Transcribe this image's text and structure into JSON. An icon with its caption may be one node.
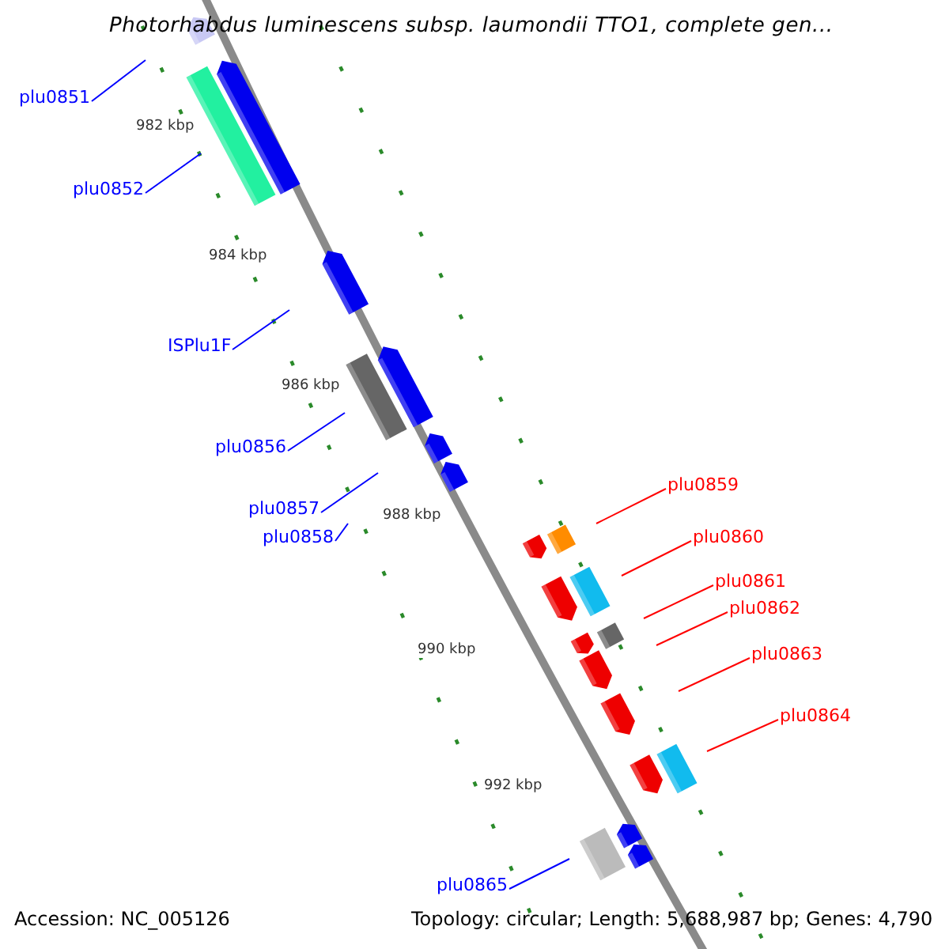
{
  "diagram": {
    "title": "Photorhabdus luminescens subsp. laumondii TTO1, complete gen...",
    "nodes": [
      {
        "text": [
          "plu0851"
        ]
      },
      {
        "text": [
          "plu0852"
        ]
      },
      {
        "text": [
          "ISPlu1F"
        ]
      },
      {
        "text": [
          "plu0856"
        ]
      },
      {
        "text": [
          "plu0857"
        ]
      },
      {
        "text": [
          "plu0858"
        ]
      },
      {
        "text": [
          "plu0859"
        ]
      },
      {
        "text": [
          "plu0860"
        ]
      },
      {
        "text": [
          "plu0861"
        ]
      },
      {
        "text": [
          "plu0862"
        ]
      },
      {
        "text": [
          "plu0863"
        ]
      },
      {
        "text": [
          "plu0864"
        ]
      },
      {
        "text": [
          "plu0865"
        ]
      }
    ],
    "edges": [
      {
        "from": 0,
        "to": null,
        "arrow": "none"
      },
      {
        "from": 1,
        "to": null,
        "arrow": "none"
      },
      {
        "from": 2,
        "to": null,
        "arrow": "none"
      },
      {
        "from": 3,
        "to": null,
        "arrow": "none"
      },
      {
        "from": 4,
        "to": null,
        "arrow": "none"
      },
      {
        "from": 5,
        "to": null,
        "arrow": "none"
      },
      {
        "from": 6,
        "to": null,
        "arrow": "none",
        "color": "#ff0000"
      },
      {
        "from": 7,
        "to": null,
        "arrow": "none",
        "color": "#ff0000"
      },
      {
        "from": 8,
        "to": null,
        "arrow": "none",
        "color": "#ff0000"
      },
      {
        "from": 9,
        "to": null,
        "arrow": "none",
        "color": "#ff0000"
      },
      {
        "from": 10,
        "to": null,
        "arrow": "none",
        "color": "#ff0000"
      },
      {
        "from": 11,
        "to": null,
        "arrow": "none",
        "color": "#ff0000"
      },
      {
        "from": 12,
        "to": null,
        "arrow": "none"
      }
    ],
    "labels": [
      "982 kbp",
      "984 kbp",
      "986 kbp",
      "988 kbp",
      "990 kbp",
      "992 kbp",
      "Accession: NC_005126",
      "Topology: circular; Length: 5,688,987 bp; Genes: 4,790"
    ]
  }
}
